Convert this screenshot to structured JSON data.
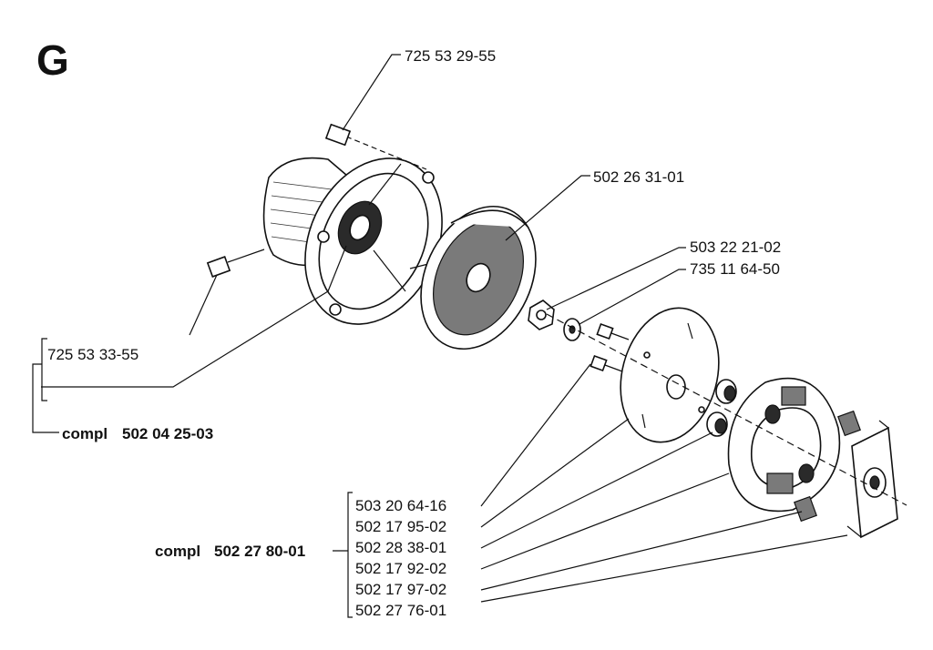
{
  "section_letter": "G",
  "labels": {
    "p1": "725 53 29-55",
    "p2": "502 26 31-01",
    "p3": "503 22 21-02",
    "p4": "735 11 64-50",
    "p5": "725 53 33-55",
    "p6_prefix": "compl",
    "p6": "502 04 25-03",
    "p7": "503 20 64-16",
    "p8": "502 17 95-02",
    "p9": "502 28 38-01",
    "p10": "502 17 92-02",
    "p11": "502 17 97-02",
    "p12": "502 27 76-01",
    "p13_prefix": "compl",
    "p13": "502 27 80-01"
  }
}
